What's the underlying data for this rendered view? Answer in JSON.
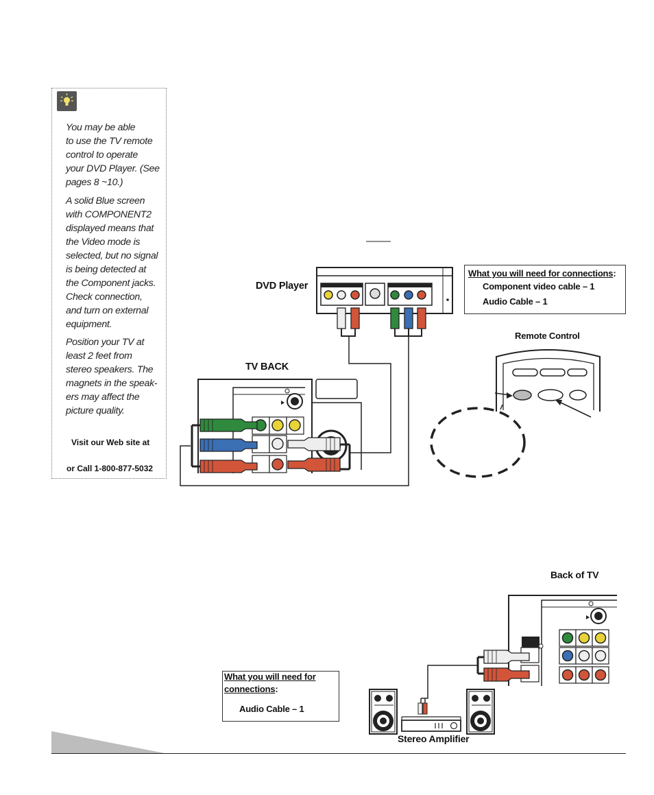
{
  "tips": {
    "tip1": [
      "You may be able",
      "to use the TV remote",
      "control to operate",
      "your DVD Player. (See",
      "pages 8 ~10.)"
    ],
    "tip2": [
      "A solid Blue screen",
      "with COMPONENT2",
      "displayed means that",
      "the Video mode is",
      "selected, but no signal",
      "is being detected at",
      "the Component jacks.",
      "Check connection,",
      "and turn on external",
      "equipment."
    ],
    "tip3": [
      "Position your TV at",
      "least 2 feet from",
      "stereo speakers. The",
      "magnets in the speak-",
      "ers may affect the",
      "picture quality."
    ],
    "visit": "Visit our Web site at",
    "call": "or Call 1-800-877-5032"
  },
  "diagram1": {
    "dvd_label": "DVD Player",
    "tv_back_label": "TV BACK",
    "remote_label": "Remote Control",
    "need": {
      "heading": "What you will need for connections",
      "colon": ":",
      "items": [
        "Component video cable – 1",
        "Audio Cable – 1"
      ]
    }
  },
  "diagram2": {
    "back_label": "Back of TV",
    "amp_label": "Stereo Amplifier",
    "need": {
      "heading_line1": "What you will need for",
      "heading_line2": "connections",
      "colon": ":",
      "items": [
        "Audio Cable – 1"
      ]
    }
  },
  "colors": {
    "green": "#2f8a3d",
    "blue": "#3b6fb4",
    "red": "#d2553a",
    "yellow": "#e8d338",
    "white": "#eeeeee",
    "gray_wedge": "#bdbdbd"
  }
}
